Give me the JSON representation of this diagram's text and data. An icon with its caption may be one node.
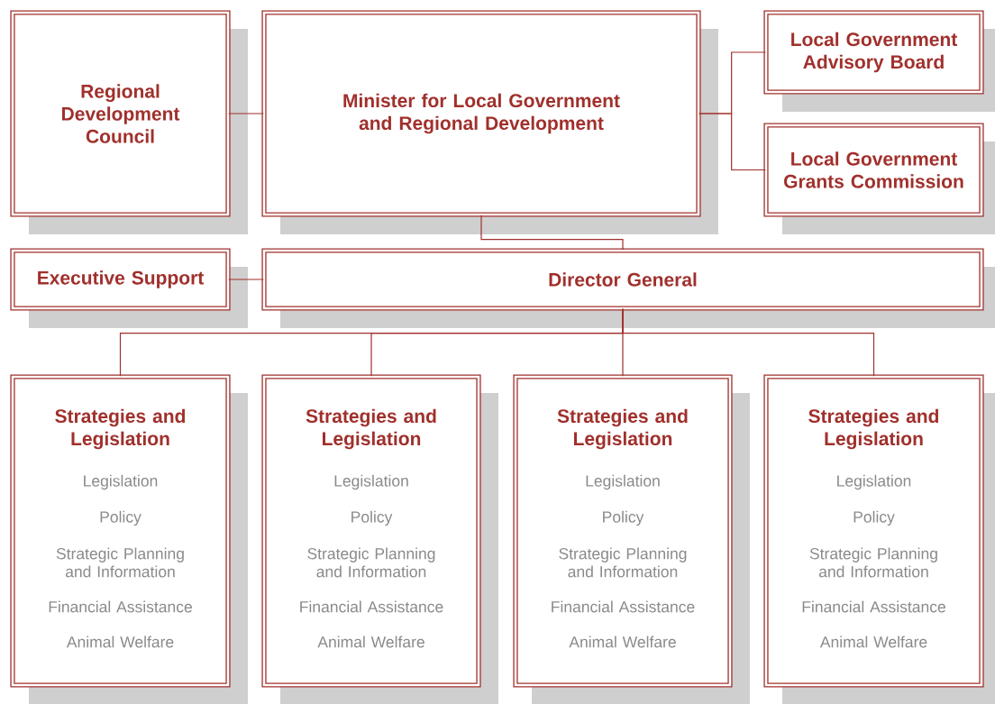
{
  "diagram": {
    "nodes": [
      {
        "text": [
          "Regional Development Council"
        ]
      },
      {
        "text": [
          "Minister for Local Government and Regional Development"
        ]
      },
      {
        "text": [
          "Local Government Advisory Board"
        ]
      },
      {
        "text": [
          "Local Government Grants Commission"
        ]
      },
      {
        "text": [
          "Executive Support"
        ]
      },
      {
        "text": [
          "Director General"
        ]
      },
      {
        "text": [
          "Strategies and Legislation",
          "Legislation",
          "Policy",
          "Strategic Planning and Information",
          "Financial Assistance",
          "Animal Welfare"
        ]
      },
      {
        "text": [
          "Strategies and Legislation",
          "Legislation",
          "Policy",
          "Strategic Planning and Information",
          "Financial Assistance",
          "Animal Welfare"
        ]
      },
      {
        "text": [
          "Strategies and Legislation",
          "Legislation",
          "Policy",
          "Strategic Planning and Information",
          "Financial Assistance",
          "Animal Welfare"
        ]
      },
      {
        "text": [
          "Strategies and Legislation",
          "Legislation",
          "Policy",
          "Strategic Planning and Information",
          "Financial Assistance",
          "Animal Welfare"
        ]
      }
    ],
    "edges": [
      {
        "from": 1,
        "to": 0,
        "arrow": "none"
      },
      {
        "from": 1,
        "to": 2,
        "arrow": "none"
      },
      {
        "from": 1,
        "to": 3,
        "arrow": "none"
      },
      {
        "from": 1,
        "to": 5,
        "arrow": "none"
      },
      {
        "from": 5,
        "to": 4,
        "arrow": "none"
      },
      {
        "from": 5,
        "to": 6,
        "arrow": "none"
      },
      {
        "from": 5,
        "to": 7,
        "arrow": "none"
      },
      {
        "from": 5,
        "to": 8,
        "arrow": "none"
      },
      {
        "from": 5,
        "to": 9,
        "arrow": "none"
      }
    ]
  }
}
